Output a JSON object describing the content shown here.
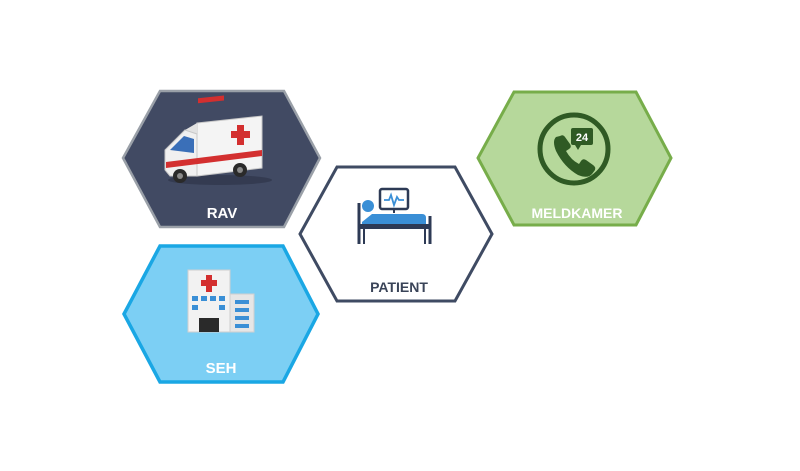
{
  "nodes": {
    "rav": {
      "label": "RAV",
      "icon": "ambulance-icon",
      "fill": "#414a63",
      "stroke": "#9aa0a8",
      "text_color": "#ffffff"
    },
    "patient": {
      "label": "PATIENT",
      "icon": "patient-bed-monitor-icon",
      "fill": "#ffffff",
      "stroke": "#3f4b63",
      "text_color": "#3a4458"
    },
    "meldkamer": {
      "label": "MELDKAMER",
      "icon": "phone-24-icon",
      "fill": "#b6d89b",
      "stroke": "#77ad4a",
      "text_color": "#ffffff"
    },
    "seh": {
      "label": "SEH",
      "icon": "hospital-icon",
      "fill": "#7ccff4",
      "stroke": "#1aa7e4",
      "text_color": "#ffffff"
    }
  },
  "colors": {
    "ambulance_red": "#d32f2f",
    "phone_green": "#2f5a24",
    "patient_blue": "#3a8fd6"
  }
}
